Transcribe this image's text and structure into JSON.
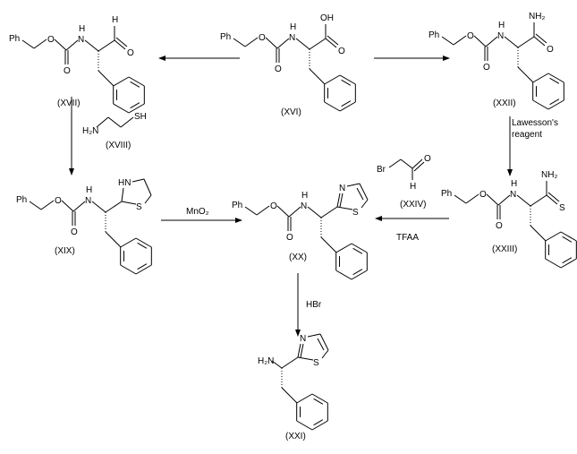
{
  "atoms": {
    "ph": "Ph",
    "o": "O",
    "n": "N",
    "h": "H",
    "s": "S",
    "oh": "OH",
    "nh2": "NH₂",
    "hn": "HN",
    "h2n": "H₂N",
    "sh": "SH",
    "br": "Br"
  },
  "compounds": {
    "xvi": "(XVI)",
    "xvii": "(XVII)",
    "xviii": "(XVIII)",
    "xix": "(XIX)",
    "xx": "(XX)",
    "xxi": "(XXI)",
    "xxii": "(XXII)",
    "xxiii": "(XXIII)",
    "xxiv": "(XXIV)"
  },
  "reagents": {
    "lawesson_line1": "Lawesson's",
    "lawesson_line2": "reagent",
    "mno2": "MnO₂",
    "tfaa": "TFAA",
    "hbr": "HBr"
  }
}
